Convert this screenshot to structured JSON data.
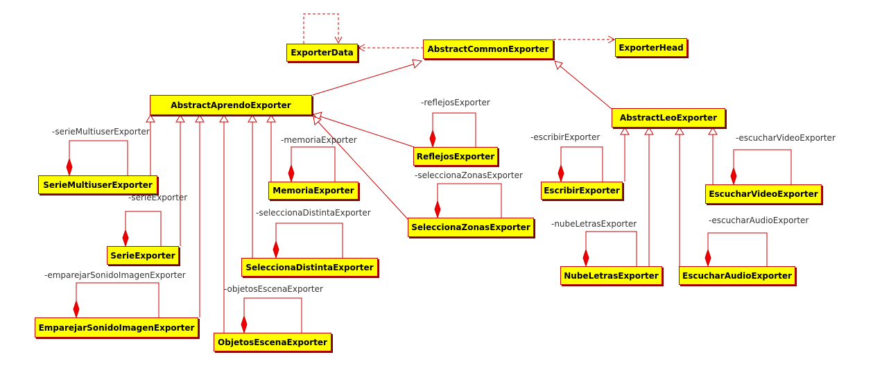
{
  "classes": {
    "exporter_data": "ExporterData",
    "abstract_common_exporter": "AbstractCommonExporter",
    "exporter_head": "ExporterHead",
    "abstract_aprendo_exporter": "AbstractAprendoExporter",
    "abstract_leo_exporter": "AbstractLeoExporter",
    "serie_multiuser_exporter": "SerieMultiuserExporter",
    "serie_exporter": "SerieExporter",
    "emparejar_sonido_imagen_exporter": "EmparejarSonidoImagenExporter",
    "memoria_exporter": "MemoriaExporter",
    "selecciona_distinta_exporter": "SeleccionaDistintaExporter",
    "objetos_escena_exporter": "ObjetosEscenaExporter",
    "reflejos_exporter": "ReflejosExporter",
    "selecciona_zonas_exporter": "SeleccionaZonasExporter",
    "escribir_exporter": "EscribirExporter",
    "nube_letras_exporter": "NubeLetrasExporter",
    "escuchar_video_exporter": "EscucharVideoExporter",
    "escuchar_audio_exporter": "EscucharAudioExporter"
  },
  "roles": {
    "serie_multiuser": "-serieMultiuserExporter",
    "serie": "-serieExporter",
    "emparejar_sonido_imagen": "-emparejarSonidoImagenExporter",
    "memoria": "-memoriaExporter",
    "selecciona_distinta": "-seleccionaDistintaExporter",
    "objetos_escena": "-objetosEscenaExporter",
    "reflejos": "-reflejosExporter",
    "selecciona_zonas": "-seleccionaZonasExporter",
    "escribir": "-escribirExporter",
    "nube_letras": "-nubeLetrasExporter",
    "escuchar_video": "-escucharVideoExporter",
    "escuchar_audio": "-escucharAudioExporter"
  },
  "colors": {
    "box_fill": "#ffff00",
    "line": "#cc0000",
    "diamond": "#ee0000"
  }
}
